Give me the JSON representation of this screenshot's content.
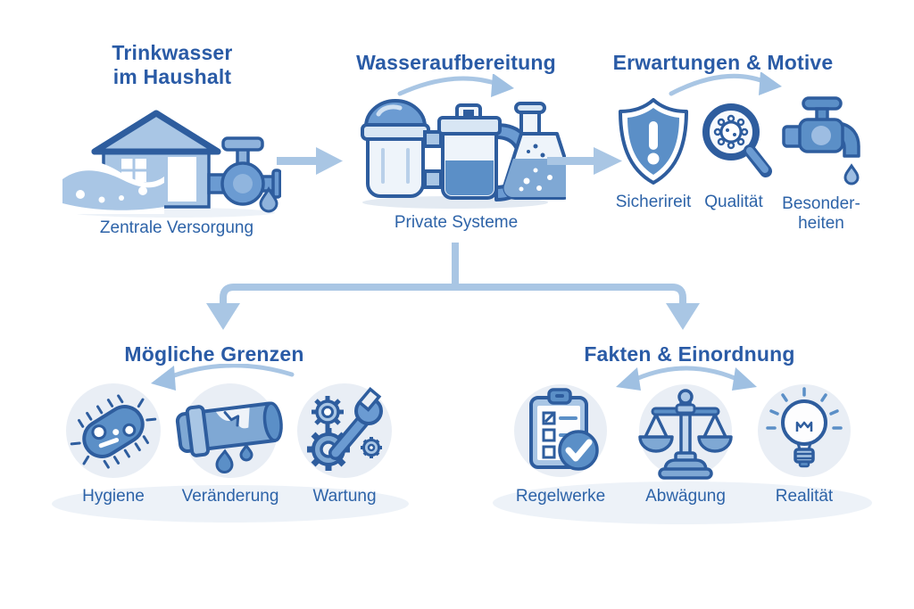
{
  "palette": {
    "heading_text": "#2a5ba6",
    "label_text": "#2d63a8",
    "icon_outline": "#2e5d9e",
    "icon_mid_blue": "#5b8fc7",
    "icon_light_blue": "#a9c6e5",
    "icon_pale_blue": "#d8e6f4",
    "arrow_blue": "#a9c6e4",
    "circle_background": "#e9eef5",
    "page_background": "#ffffff"
  },
  "nodes": {
    "household": {
      "title": "Trinkwasser\nim Haushalt",
      "caption": "Zentrale Versorgung",
      "icons": [
        "house-icon",
        "valve-icon",
        "water-drop-icon"
      ]
    },
    "treatment": {
      "title": "Wasseraufbereitung",
      "caption": "Private Systeme",
      "icons": [
        "filter-cartridge-icon",
        "filter-jug-icon",
        "flask-icon"
      ]
    },
    "motives": {
      "title": "Erwartungen & Motive",
      "items": [
        {
          "label": "Sicherireit",
          "icon": "shield-exclamation-icon"
        },
        {
          "label": "Qualität",
          "icon": "magnifier-germ-icon"
        },
        {
          "label": "Besonder-\nheiten",
          "icon": "faucet-drip-icon"
        }
      ]
    },
    "limits": {
      "title": "Mögliche Grenzen",
      "items": [
        {
          "label": "Hygiene",
          "icon": "bacteria-icon"
        },
        {
          "label": "Veränderung",
          "icon": "leaking-pipe-icon"
        },
        {
          "label": "Wartung",
          "icon": "gears-wrench-icon"
        }
      ]
    },
    "facts": {
      "title": "Fakten & Einordnung",
      "items": [
        {
          "label": "Regelwerke",
          "icon": "clipboard-check-icon"
        },
        {
          "label": "Abwägung",
          "icon": "balance-scale-icon"
        },
        {
          "label": "Realität",
          "icon": "lightbulb-icon"
        }
      ]
    }
  }
}
